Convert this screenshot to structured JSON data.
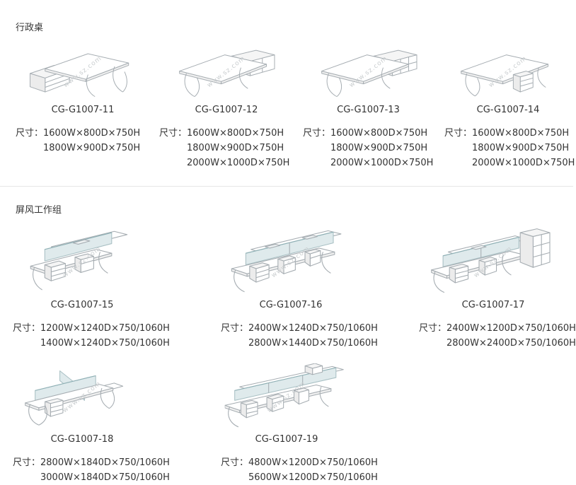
{
  "watermark": "www.sz.com",
  "sections": [
    {
      "title": "行政桌",
      "products": [
        {
          "name": "CG-G1007-11",
          "size_label": "尺寸：",
          "sizes": [
            "1600W×800D×750H",
            "1800W×900D×750H"
          ]
        },
        {
          "name": "CG-G1007-12",
          "size_label": "尺寸：",
          "sizes": [
            "1600W×800D×750H",
            "1800W×900D×750H",
            "2000W×1000D×750H"
          ]
        },
        {
          "name": "CG-G1007-13",
          "size_label": "尺寸：",
          "sizes": [
            "1600W×800D×750H",
            "1800W×900D×750H",
            "2000W×1000D×750H"
          ]
        },
        {
          "name": "CG-G1007-14",
          "size_label": "尺寸：",
          "sizes": [
            "1600W×800D×750H",
            "1800W×900D×750H",
            "2000W×1000D×750H"
          ]
        }
      ]
    },
    {
      "title": "屏风工作组",
      "products": [
        {
          "name": "CG-G1007-15",
          "size_label": "尺寸：",
          "sizes": [
            "1200W×1240D×750/1060H",
            "1400W×1240D×750/1060H"
          ]
        },
        {
          "name": "CG-G1007-16",
          "size_label": "尺寸：",
          "sizes": [
            "2400W×1240D×750/1060H",
            "2800W×1440D×750/1060H"
          ]
        },
        {
          "name": "CG-G1007-17",
          "size_label": "尺寸：",
          "sizes": [
            "2400W×1200D×750/1060H",
            "2800W×2400D×750/1060H"
          ]
        },
        {
          "name": "CG-G1007-18",
          "size_label": "尺寸：",
          "sizes": [
            "2800W×1840D×750/1060H",
            "3000W×1840D×750/1060H"
          ]
        },
        {
          "name": "CG-G1007-19",
          "size_label": "尺寸：",
          "sizes": [
            "4800W×1200D×750/1060H",
            "5600W×1200D×750/1060H"
          ]
        }
      ]
    }
  ]
}
